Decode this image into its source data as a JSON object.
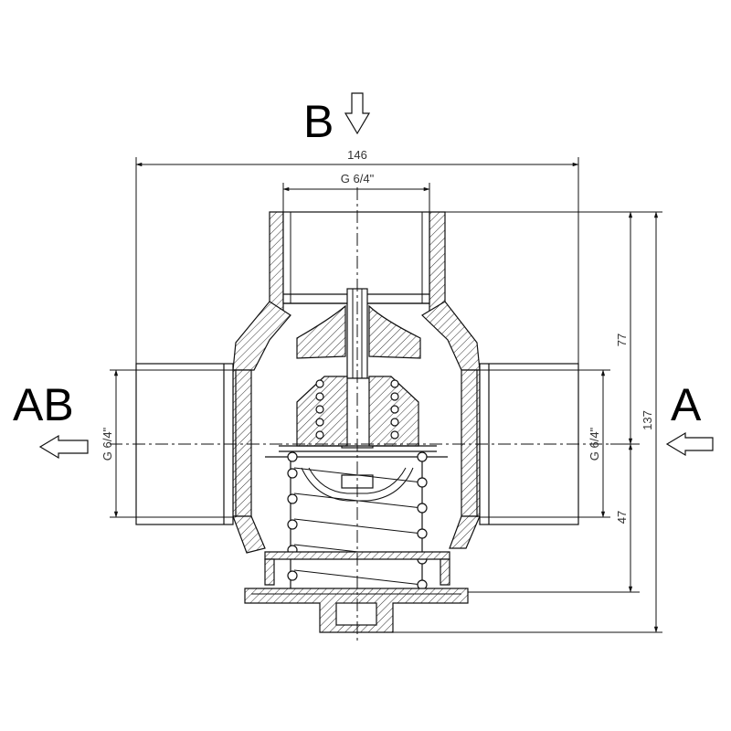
{
  "ports": {
    "b": "B",
    "ab": "AB",
    "a": "A"
  },
  "dimensions": {
    "overall_width": "146",
    "top_thread": "G 6/4\"",
    "left_thread": "G 6/4\"",
    "right_thread": "G 6/4\"",
    "upper_height": "77",
    "lower_height": "47",
    "total_height": "137"
  },
  "flow_arrows": {
    "b": "down",
    "ab": "left",
    "a": "left"
  }
}
